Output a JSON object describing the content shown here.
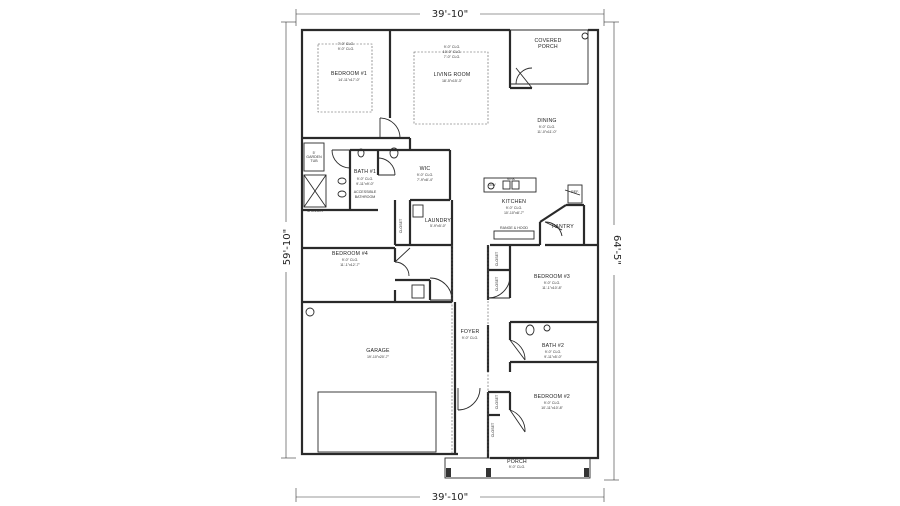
{
  "dimensions": {
    "top_width": "39'-10\"",
    "bottom_width": "39'-10\"",
    "left_depth": "59'-10\"",
    "right_depth": "64'-5\""
  },
  "rooms": {
    "bedroom1": {
      "name": "BEDROOM #1",
      "ceiling": "9'-0\" CLG.",
      "size": "14'-11\"x17'-0\"",
      "tray": "7'-0\" CLG."
    },
    "living": {
      "name": "LIVING ROOM",
      "size": "18'-5\"x15'-3\"",
      "ceiling_a": "9'-0\" CLG.",
      "ceiling_b": "10'-0\" CLG.",
      "ceiling_c": "7'-0\" CLG."
    },
    "porch_covered": {
      "line1": "COVERED",
      "line2": "PORCH"
    },
    "dining": {
      "name": "DINING",
      "ceiling": "9'-0\" CLG.",
      "size": "11'-0\"x11'-0\""
    },
    "bath1": {
      "name": "BATH #1",
      "ceiling": "9'-0\" CLG.",
      "size": "9'-11\"x9'-0\"",
      "note1": "ACCESSIBLE",
      "note2": "BATHROOM",
      "tub1": "5'",
      "tub2": "GARDEN",
      "tub3": "TUB",
      "shower": "SHOWER"
    },
    "wic": {
      "name": "WIC",
      "ceiling": "9'-0\" CLG.",
      "size": "7'-9\"x8'-4\""
    },
    "kitchen": {
      "name": "KITCHEN",
      "ceiling": "9'-0\" CLG.",
      "size": "10'-10\"x8'-7\"",
      "range": "RANGE & HOOD",
      "sink": "SINK",
      "dw": "D/W",
      "ref": "REF."
    },
    "pantry": {
      "name": "PANTRY"
    },
    "laundry": {
      "name": "LAUNDRY",
      "size": "5'-9\"x5'-0\""
    },
    "closet": {
      "name": "CLOSET"
    },
    "bedroom4": {
      "name": "BEDROOM #4",
      "ceiling": "9'-0\" CLG.",
      "size": "11'-1\"x12'-7\""
    },
    "bedroom3": {
      "name": "BEDROOM #3",
      "ceiling": "9'-0\" CLG.",
      "size": "11'-1\"x10'-8\""
    },
    "bath2": {
      "name": "BATH #2",
      "ceiling": "9'-0\" CLG.",
      "size": "9'-11\"x5'-0\""
    },
    "foyer": {
      "name": "FOYER",
      "ceiling": "9'-0\" CLG."
    },
    "garage": {
      "name": "GARAGE",
      "size": "19'-10\"x20'-7\""
    },
    "bedroom2": {
      "name": "BEDROOM #2",
      "ceiling": "9'-0\" CLG.",
      "size": "10'-11\"x10'-8\""
    },
    "porch": {
      "name": "PORCH",
      "ceiling": "9'-0\" CLG."
    }
  }
}
